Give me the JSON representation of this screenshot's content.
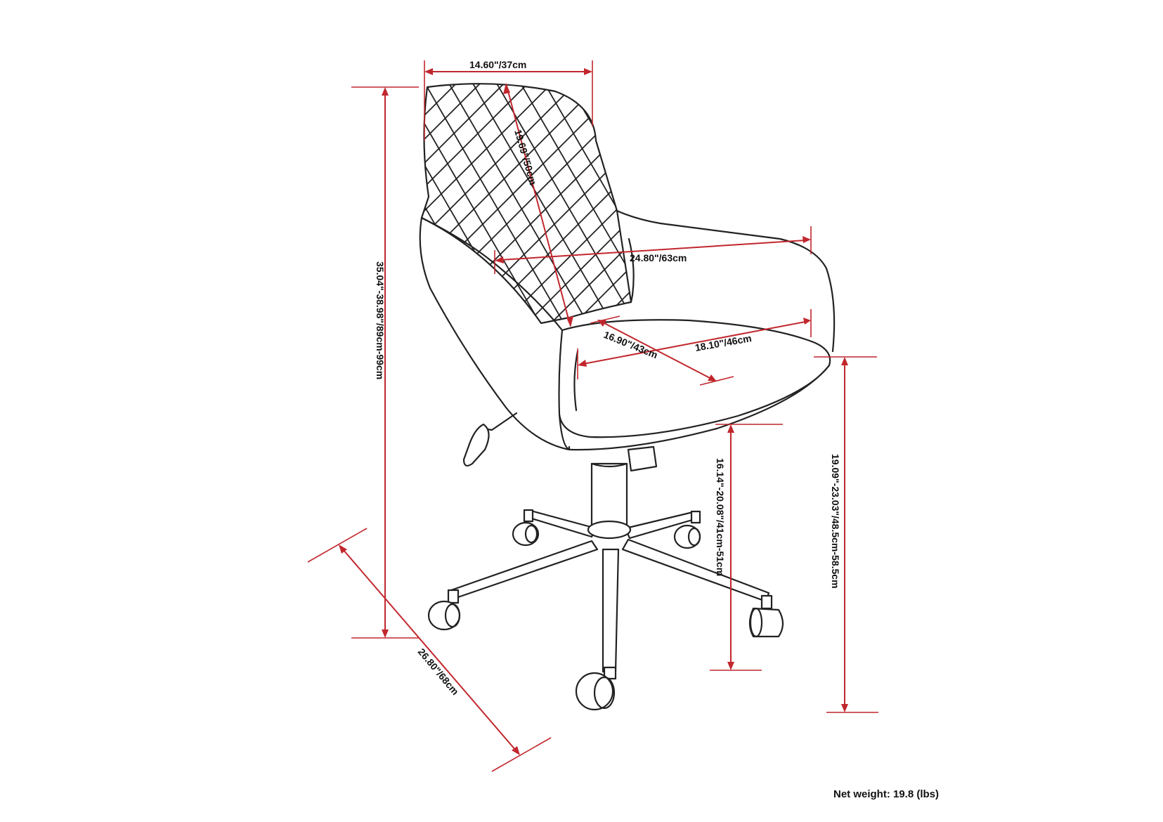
{
  "dimensions": {
    "backrest_width": "14.60\"/37cm",
    "backrest_height": "19.69\"/50cm",
    "overall_width": "24.80\"/63cm",
    "seat_depth": "16.90\"/43cm",
    "seat_width": "18.10\"/46cm",
    "overall_height": "35.04\"-38.98\"/89cm-99cm",
    "base_diameter": "26.80\"/68cm",
    "arm_height": "16.14\"-20.08\"/41cm-51cm",
    "seat_height": "19.09\"-23.03\"/48.5cm-58.5cm"
  },
  "net_weight_label": "Net weight: 19.8 (lbs)",
  "colors": {
    "dimension_line": "#c1272d",
    "outline": "#222222"
  }
}
